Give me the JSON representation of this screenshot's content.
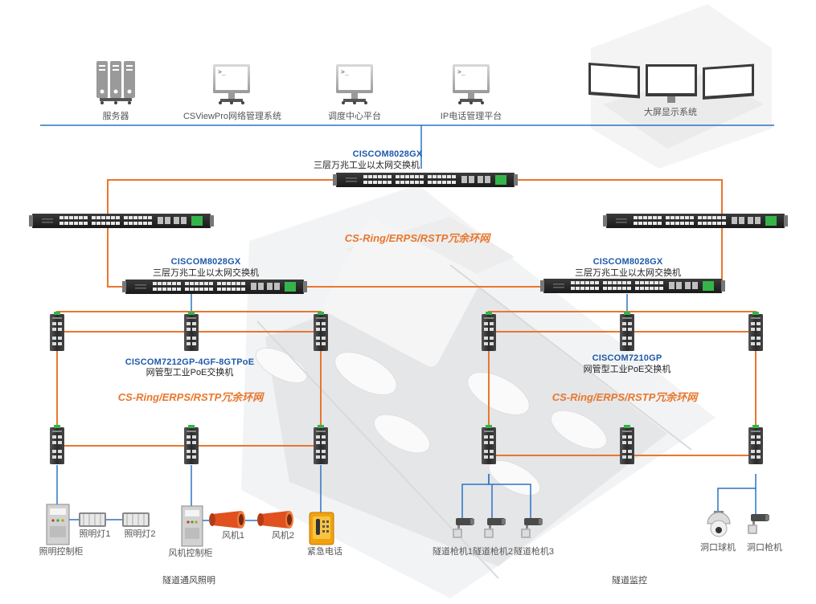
{
  "top_devices": {
    "server": "服务器",
    "csview": "CSViewPro网络管理系统",
    "dispatch": "调度中心平台",
    "ip_phone": "IP电话管理平台",
    "big_screen": "大屏显示系统"
  },
  "core_switch": {
    "model": "CISCOM8028GX",
    "desc": "三层万兆工业以太网交换机"
  },
  "left_agg_switch": {
    "model": "CISCOM8028GX",
    "desc": "三层万兆工业以太网交换机"
  },
  "right_agg_switch": {
    "model": "CISCOM8028GX",
    "desc": "三层万兆工业以太网交换机"
  },
  "rings": {
    "top": "CS-Ring/ERPS/RSTP冗余环网",
    "left": "CS-Ring/ERPS/RSTP冗余环网",
    "right": "CS-Ring/ERPS/RSTP冗余环网"
  },
  "left_access": {
    "model": "CISCOM7212GP-4GF-8GTPoE",
    "desc": "网管型工业PoE交换机"
  },
  "right_access": {
    "model": "CISCOM7210GP",
    "desc": "网管型工业PoE交换机"
  },
  "left_endpoints": {
    "lighting_cabinet": "照明控制柜",
    "light1": "照明灯1",
    "light2": "照明灯2",
    "fan_cabinet": "风机控制柜",
    "fan1": "风机1",
    "fan2": "风机2",
    "emergency_phone": "紧急电话"
  },
  "right_endpoints": {
    "cam1": "隧道枪机1",
    "cam2": "隧道枪机2",
    "cam3": "隧道枪机3",
    "dome": "洞口球机",
    "bullet": "洞口枪机"
  },
  "sections": {
    "left": "隧道通风照明",
    "right": "隧道监控"
  },
  "colors": {
    "ring": "#e8772e",
    "link": "#2a74c4",
    "model_text": "#1e5aa8",
    "port_green": "#35b44a"
  }
}
